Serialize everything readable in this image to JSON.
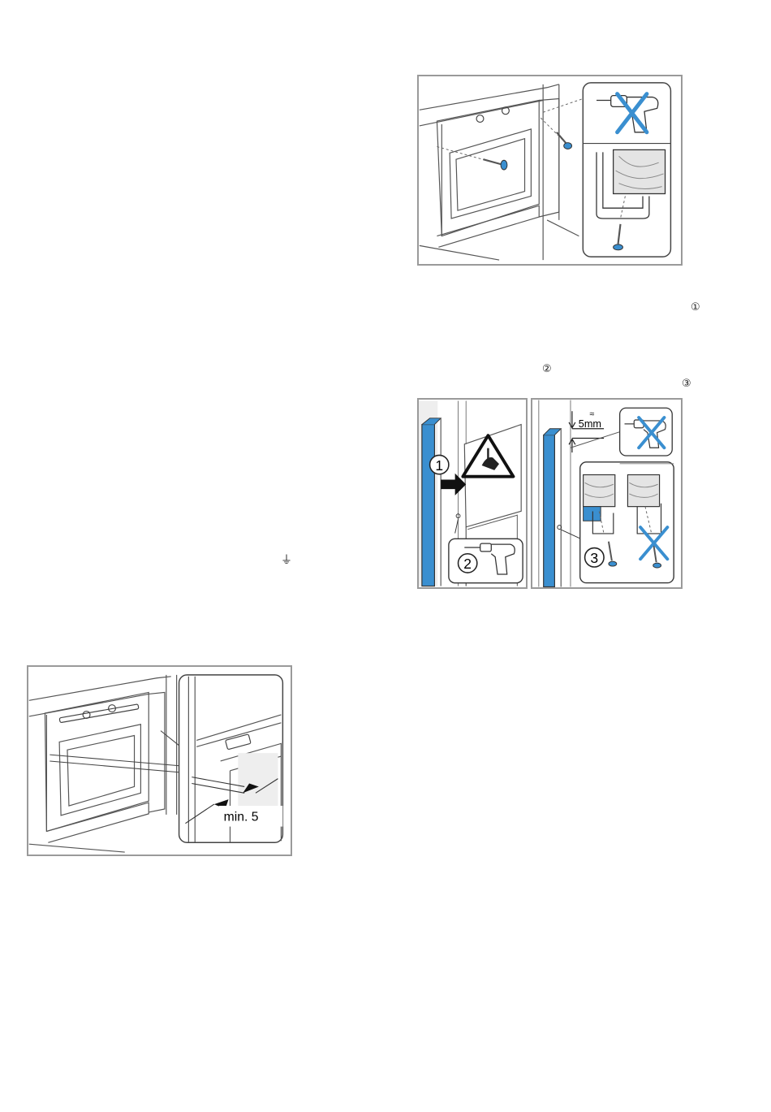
{
  "markers": {
    "m1": "①",
    "m2": "②",
    "m3": "③",
    "ground": "⏚"
  },
  "figure_top": {},
  "figure_side": {
    "left_step": "1",
    "drill_step": "2",
    "right_step": "3",
    "gap_label": "5mm",
    "gap_approx": "≈"
  },
  "figure_bottom": {
    "min_label": "min. 5"
  },
  "colors": {
    "accent_blue": "#3a8fd0",
    "frame_gray": "#9a9a9a",
    "line_dark": "#333333"
  }
}
